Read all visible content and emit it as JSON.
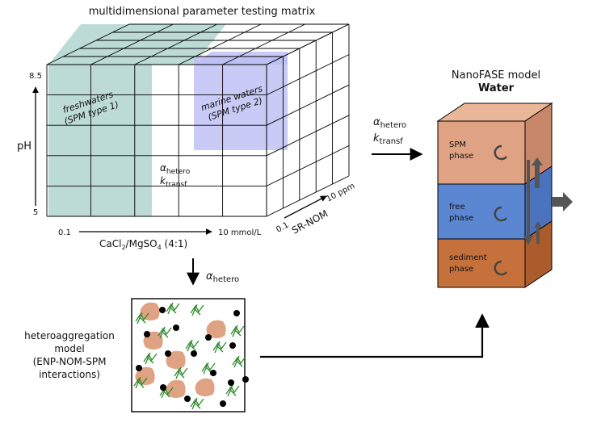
{
  "matrix": {
    "title": "multidimensional parameter testing matrix",
    "ph_axis": {
      "label": "pH",
      "max": "8.5",
      "min": "5"
    },
    "x_axis": {
      "label_pre": "CaCl",
      "sub1": "2",
      "label_mid": "/MgSO",
      "sub2": "4",
      "label_post": " (4:1)",
      "min": "0.1",
      "max": "10 mmol/L"
    },
    "z_axis": {
      "label": "SR-NOM",
      "min": "0.1",
      "max": "10 ppm"
    },
    "freshwater": {
      "line1": "freshwaters",
      "line2": "(SPM type 1)"
    },
    "marine": {
      "line1": "marine waters",
      "line2": "(SPM type 2)"
    },
    "param_hetero": {
      "symbol": "α",
      "sub": "hetero"
    },
    "param_transf": {
      "symbol": "k",
      "sub": "transf"
    }
  },
  "arrows": {
    "down": {
      "symbol": "α",
      "sub": "hetero"
    },
    "right_alpha": {
      "symbol": "α",
      "sub": "hetero"
    },
    "right_k": {
      "symbol": "k",
      "sub": "transf"
    }
  },
  "model": {
    "title": "NanoFASE model",
    "subtitle": "Water",
    "layers": [
      {
        "line1": "SPM",
        "line2": "phase",
        "color": "#dfa384"
      },
      {
        "line1": "free",
        "line2": "phase",
        "color": "#5b86d2"
      },
      {
        "line1": "sediment",
        "line2": "phase",
        "color": "#c6713c"
      }
    ]
  },
  "hetero_model": {
    "lines": [
      "heteroaggregation",
      "model",
      "(ENP-NOM-SPM",
      "interactions)"
    ]
  },
  "colors": {
    "freshwater_fill": "#a7cfc8",
    "marine_fill": "#bcbdf2",
    "spm_blob": "#dfa384",
    "nom": "#2b8a2b"
  }
}
